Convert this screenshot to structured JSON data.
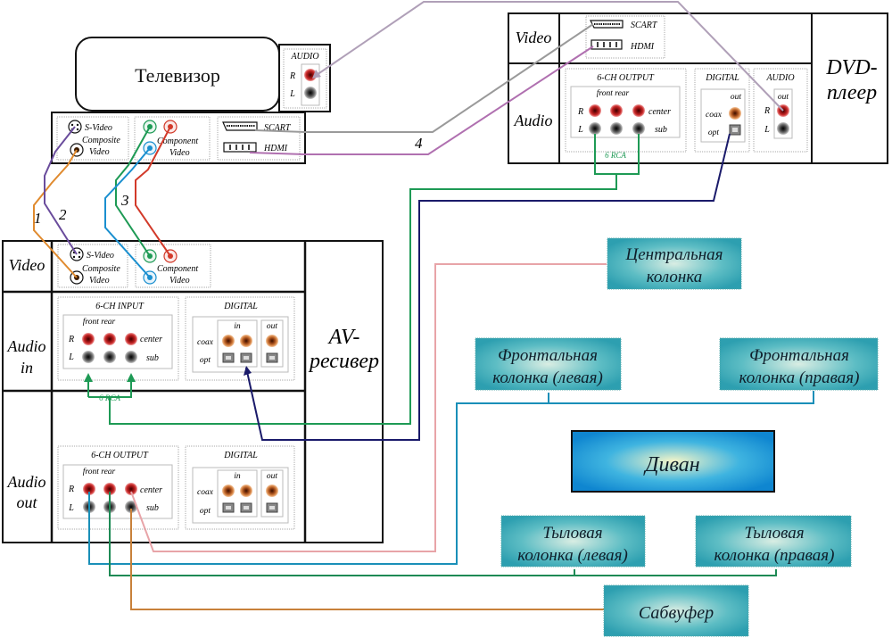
{
  "tv": {
    "title": "Телевизор",
    "audio": {
      "header": "AUDIO",
      "r": "R",
      "l": "L"
    },
    "svideo": "S-Video",
    "composite": [
      "Composite",
      "Video"
    ],
    "component": [
      "Component",
      "Video"
    ],
    "scart": "SCART",
    "hdmi": "HDMI"
  },
  "dvd": {
    "title": [
      "DVD-",
      "плеер"
    ],
    "row_video": "Video",
    "row_audio": "Audio",
    "scart": "SCART",
    "hdmi": "HDMI",
    "six_ch": {
      "header": "6-CH OUTPUT",
      "front_rear": "front rear",
      "r": "R",
      "l": "L",
      "center": "center",
      "sub": "sub"
    },
    "digital": {
      "header": "DIGITAL",
      "out": "out",
      "coax": "coax",
      "opt": "opt"
    },
    "audio": {
      "header": "AUDIO",
      "out": "out",
      "r": "R",
      "l": "L"
    },
    "rca_label": "6 RCA"
  },
  "receiver": {
    "title": [
      "AV-",
      "ресивер"
    ],
    "row_video": "Video",
    "row_audio_in": [
      "Audio",
      "in"
    ],
    "row_audio_out": [
      "Audio",
      "out"
    ],
    "svideo": "S-Video",
    "composite": [
      "Composite",
      "Video"
    ],
    "component": [
      "Component",
      "Video"
    ],
    "six_ch_in": {
      "header": "6-CH INPUT",
      "front_rear": "front rear",
      "r": "R",
      "l": "L",
      "center": "center",
      "sub": "sub"
    },
    "six_ch_out": {
      "header": "6-CH OUTPUT",
      "front_rear": "front rear",
      "r": "R",
      "l": "L",
      "center": "center",
      "sub": "sub"
    },
    "digital": {
      "header": "DIGITAL",
      "in": "in",
      "out": "out",
      "coax": "coax",
      "opt": "opt"
    },
    "rca_label": "6 RCA"
  },
  "cable_labels": [
    "1",
    "2",
    "3",
    "4"
  ],
  "speakers": {
    "center": [
      "Центральная",
      "колонка"
    ],
    "front_left": [
      "Фронтальная",
      "колонка (левая)"
    ],
    "front_right": [
      "Фронтальная",
      "колонка (правая)"
    ],
    "rear_left": [
      "Тыловая",
      "колонка (левая)"
    ],
    "rear_right": [
      "Тыловая",
      "колонка (правая)"
    ],
    "subwoofer": "Сабвуфер"
  },
  "sofa": "Диван",
  "colors": {
    "composite": "#e08a2e",
    "svideo": "#6a4c9c",
    "comp_green": "#1e9a55",
    "comp_blue": "#1a8fcf",
    "comp_red": "#d23a2a",
    "scart": "#9a9a9a",
    "hdmi": "#b070b0",
    "rca": "#1e9a55",
    "optical": "#1a1a6a",
    "center": "#e8a4a8",
    "front": "#1a8fb8",
    "rear": "#1e8a55",
    "sub": "#c8813a",
    "audio_rl": "#b0a0b8"
  }
}
